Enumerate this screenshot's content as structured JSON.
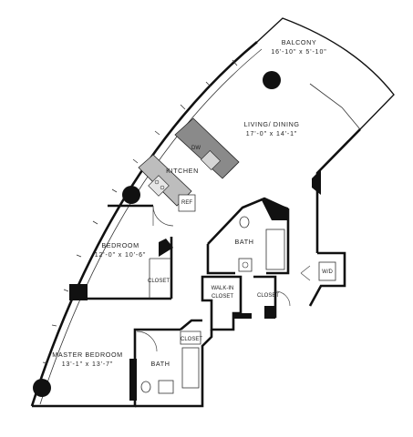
{
  "rooms": {
    "balcony": {
      "name": "BALCONY",
      "dims": "16'-10\" x 5'-10\""
    },
    "living_dining": {
      "name": "LIVING/ DINING",
      "dims": "17'-0\" x 14'-1\""
    },
    "kitchen": {
      "name": "KITCHEN"
    },
    "bedroom": {
      "name": "BEDROOM",
      "dims": "12'-0\" x 10'-6\""
    },
    "bath_main": {
      "name": "BATH"
    },
    "bath_master": {
      "name": "BATH"
    },
    "master_bedroom": {
      "name": "MASTER BEDROOM",
      "dims": "13'-1\" x 13'-7\""
    }
  },
  "fixtures": {
    "dishwasher": "DW",
    "refrigerator": "REF",
    "washer_dryer": "W/D"
  },
  "closets": {
    "bedroom_closet": "CLOSET",
    "walk_in_line1": "WALK-IN",
    "walk_in_line2": "CLOSET",
    "hall_closet": "CLOSET",
    "master_closet": "CLOSET"
  }
}
